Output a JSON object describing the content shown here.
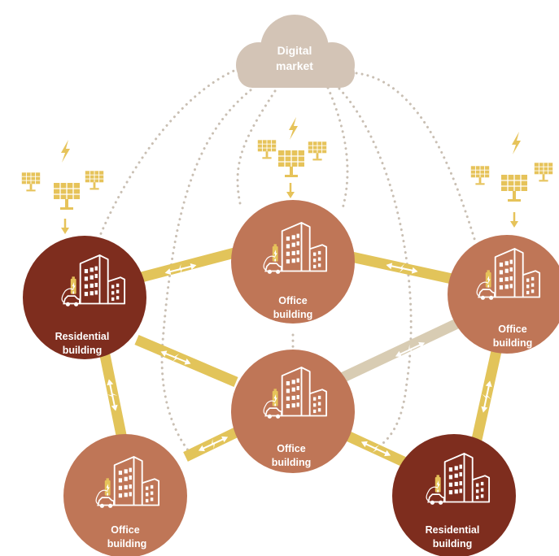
{
  "market": {
    "label_line1": "Digital",
    "label_line2": "market"
  },
  "nodes": [
    {
      "id": "residential-left",
      "line1": "Residential",
      "line2": "building"
    },
    {
      "id": "office-top-center",
      "line1": "Office",
      "line2": "building"
    },
    {
      "id": "office-right",
      "line1": "Office",
      "line2": "building"
    },
    {
      "id": "office-center",
      "line1": "Office",
      "line2": "building"
    },
    {
      "id": "office-bottom-left",
      "line1": "Office",
      "line2": "building"
    },
    {
      "id": "residential-bottom-right",
      "line1": "Residential",
      "line2": "building"
    }
  ],
  "colors": {
    "residential": "#7e2d1e",
    "office": "#bf7657",
    "cloud": "#d3c4b6",
    "link": "#e2c45a",
    "link_fade": "#d8ccb3",
    "solar": "#e6c35a",
    "dots": "#c9bfb3"
  },
  "icons": [
    "cloud-icon",
    "solar-panel-icon",
    "lightning-icon",
    "building-icon",
    "battery-icon",
    "electric-car-icon",
    "bidirectional-arrow-icon"
  ]
}
